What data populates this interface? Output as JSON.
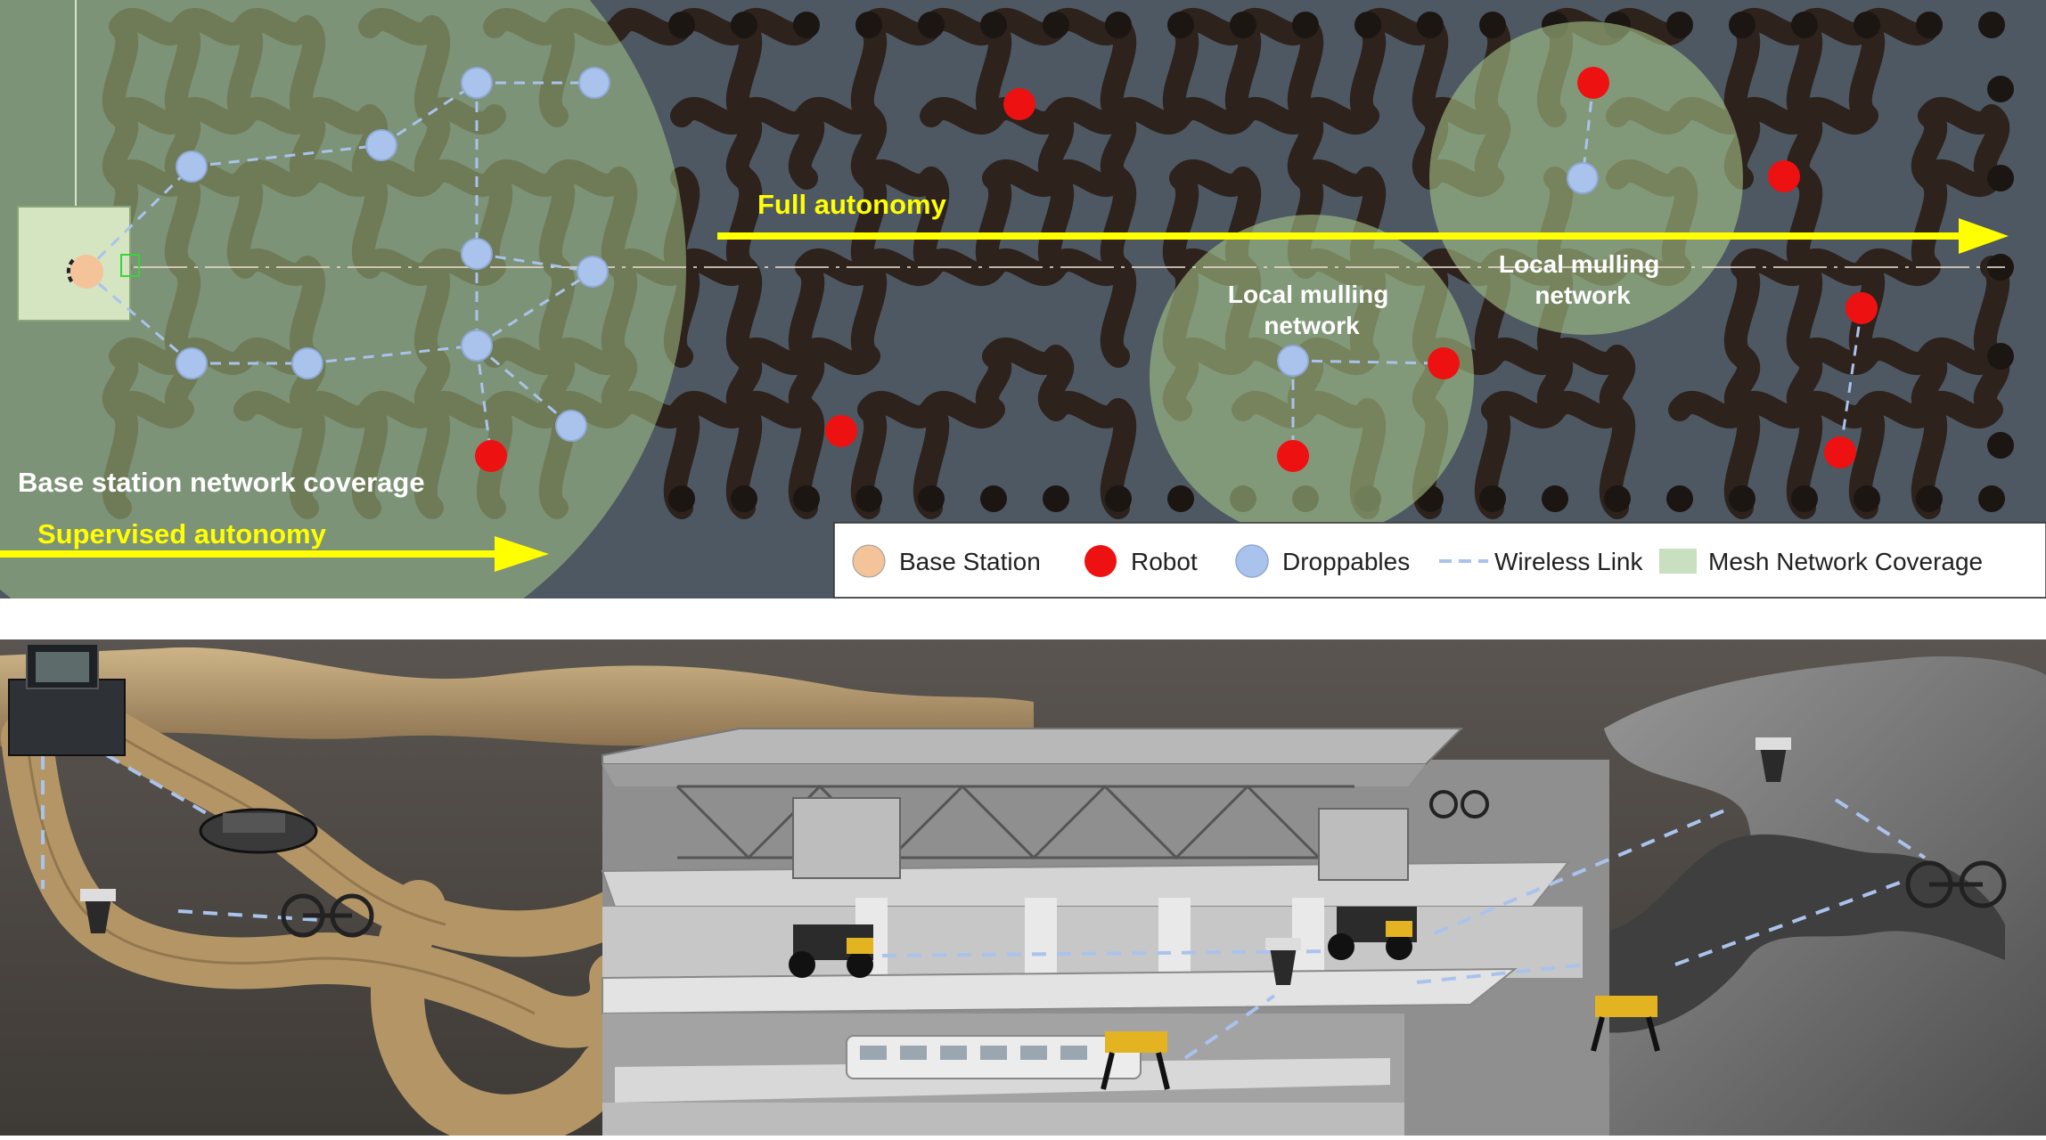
{
  "top_panel": {
    "zones": {
      "base_coverage_label": "Base station network coverage",
      "full_autonomy_label": "Full autonomy",
      "supervised_autonomy_label": "Supervised autonomy",
      "local_network_1": [
        "Local mulling",
        "network"
      ],
      "local_network_2": [
        "Local mulling",
        "network"
      ]
    },
    "legend": {
      "items": [
        {
          "key": "base",
          "label": "Base Station",
          "color": "#f4c39a"
        },
        {
          "key": "robot",
          "label": "Robot",
          "color": "#ee1111"
        },
        {
          "key": "droppable",
          "label": "Droppables",
          "color": "#a9c3ec"
        },
        {
          "key": "link",
          "label": "Wireless Link",
          "color": "#a9c3ec"
        },
        {
          "key": "coverage",
          "label": "Mesh Network Coverage",
          "color": "#c8dfc0"
        }
      ]
    },
    "colors": {
      "background": "#4d5862",
      "tunnel": "#2d221c",
      "coverage": "#a6c489",
      "arrow": "#ffff00",
      "robot": "#ee1111",
      "droppable": "#a9c3ec",
      "base": "#f4c39a"
    }
  },
  "bottom_panel": {
    "scene": "subterranean-environment-illustration",
    "colors": {
      "cave_sand": "#b49666",
      "station_gray": "#a8a8a8",
      "rock_gray": "#6e6e6e",
      "link": "#a9c3ec"
    }
  }
}
